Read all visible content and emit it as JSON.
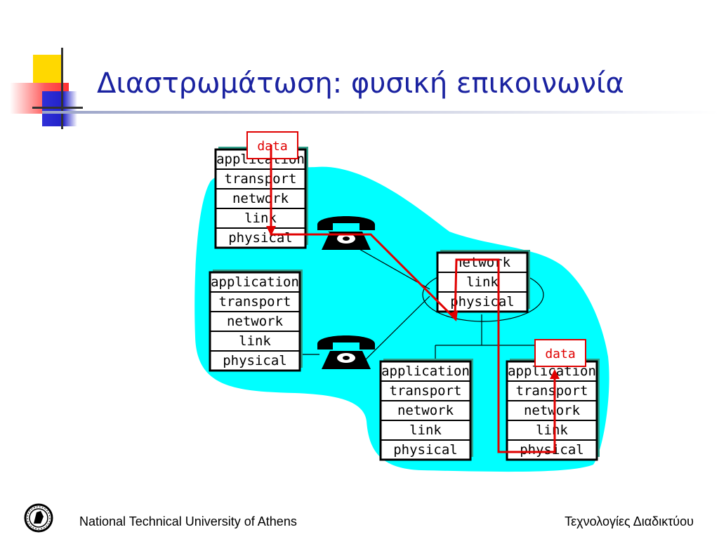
{
  "slide": {
    "title": "Διαστρωμάτωση: φυσική επικοινωνία"
  },
  "diagram": {
    "data_label": "data",
    "host_layers": [
      "application",
      "transport",
      "network",
      "link",
      "physical"
    ],
    "router_layers": [
      "network",
      "link",
      "physical"
    ]
  },
  "colors": {
    "title": "#1a22a0",
    "cloud": "#00ffff",
    "flow_path": "#e00000",
    "stack_shadow": "#2fa08a"
  },
  "footer": {
    "left": "National Technical University of Athens",
    "right": "Τεχνολογίες Διαδικτύου"
  }
}
